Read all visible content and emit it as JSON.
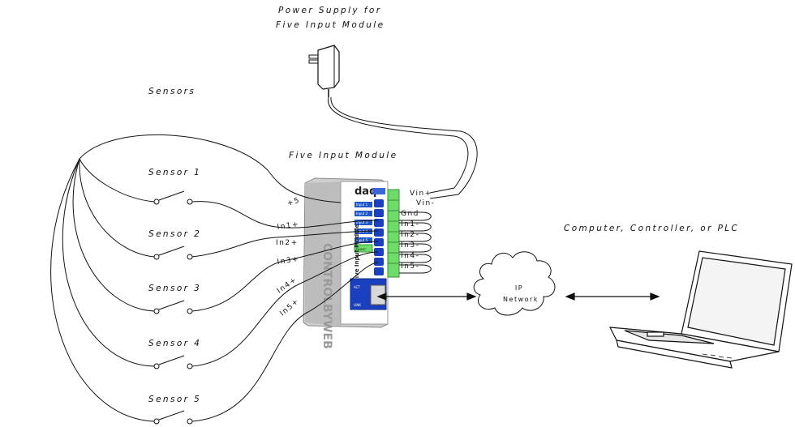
{
  "labels": {
    "power_supply_line1": "Power Supply for",
    "power_supply_line2": "Five Input Module",
    "sensors_heading": "Sensors",
    "module_title": "Five Input Module",
    "computer": "Computer, Controller, or PLC",
    "network_line1": "IP",
    "network_line2": "Network"
  },
  "sensors": [
    "Sensor 1",
    "Sensor 2",
    "Sensor 3",
    "Sensor 4",
    "Sensor 5"
  ],
  "wire_labels_left": [
    "+5",
    "In1+",
    "In2+",
    "In3+",
    "In4+",
    "In5+"
  ],
  "terminals_right": [
    "Vin+",
    "Vin-",
    "Gnd",
    "In1-",
    "In2-",
    "In3-",
    "In4-",
    "In5-"
  ],
  "module": {
    "brand": "daq",
    "channel_labels": [
      "Input 1",
      "Input 2",
      "Input 3",
      "Input 4",
      "Input 5"
    ],
    "power_led": "Power",
    "side_text": "Five Input Module",
    "port_labels": [
      "ACT",
      "LINK"
    ]
  },
  "colors": {
    "module_blue": "#1a3fbf",
    "terminal_green": "#6fdc6a",
    "line": "#111111"
  }
}
